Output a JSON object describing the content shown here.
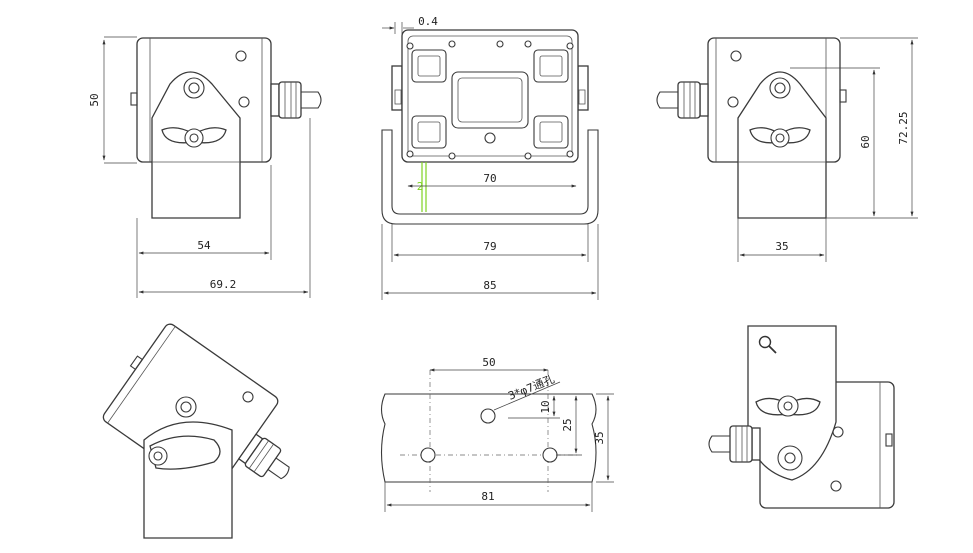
{
  "dimensions": {
    "front_height": "50",
    "front_width_body": "54",
    "front_width_total": "69.2",
    "top_gap": "0.4",
    "top_green_label": "2",
    "top_inner": "70",
    "top_mid": "79",
    "top_total": "85",
    "side_depth": "35",
    "side_height_inner": "60",
    "side_height_total": "72.25",
    "bracket_spacing": "50",
    "bracket_hole_note": "3*φ7通孔",
    "bracket_small": "10",
    "bracket_mid": "25",
    "bracket_height": "35",
    "bracket_width": "81"
  },
  "icons": {
    "magnifier": "magnifier-icon"
  }
}
